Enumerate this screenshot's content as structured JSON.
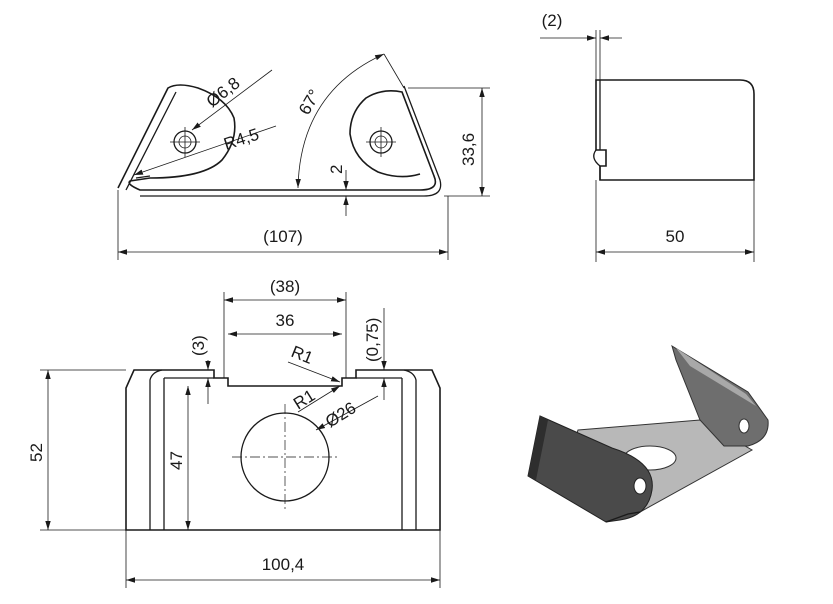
{
  "dimensions": {
    "hole_diameter": "Ø6,8",
    "radius_small": "R4,5",
    "angle": "67°",
    "thickness": "2",
    "height_side": "33,6",
    "overall_length": "(107)",
    "gap": "(2)",
    "width": "50",
    "opening_ref": "(38)",
    "opening": "36",
    "tab": "(3)",
    "tab_offset": "(0,75)",
    "bend_radius_1": "R1",
    "bend_radius_2": "R1",
    "big_hole": "Ø26",
    "height_total": "52",
    "height_inner": "47",
    "width_total": "100,4"
  },
  "colors": {
    "line": "#1a1a1a",
    "part_fill": "#8a8a8a",
    "part_dark": "#3d3d3d",
    "part_light": "#c8c8c8"
  }
}
